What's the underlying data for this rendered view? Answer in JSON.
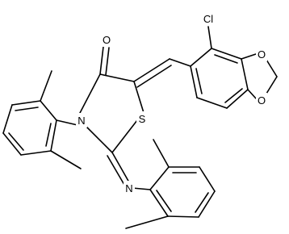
{
  "molecule": {
    "atoms": {
      "cl": "Cl",
      "o_carbonyl": "O",
      "n_ring": "N",
      "s_ring": "S",
      "n_imine": "N",
      "o_diox_top": "O",
      "o_diox_bottom": "O"
    }
  }
}
